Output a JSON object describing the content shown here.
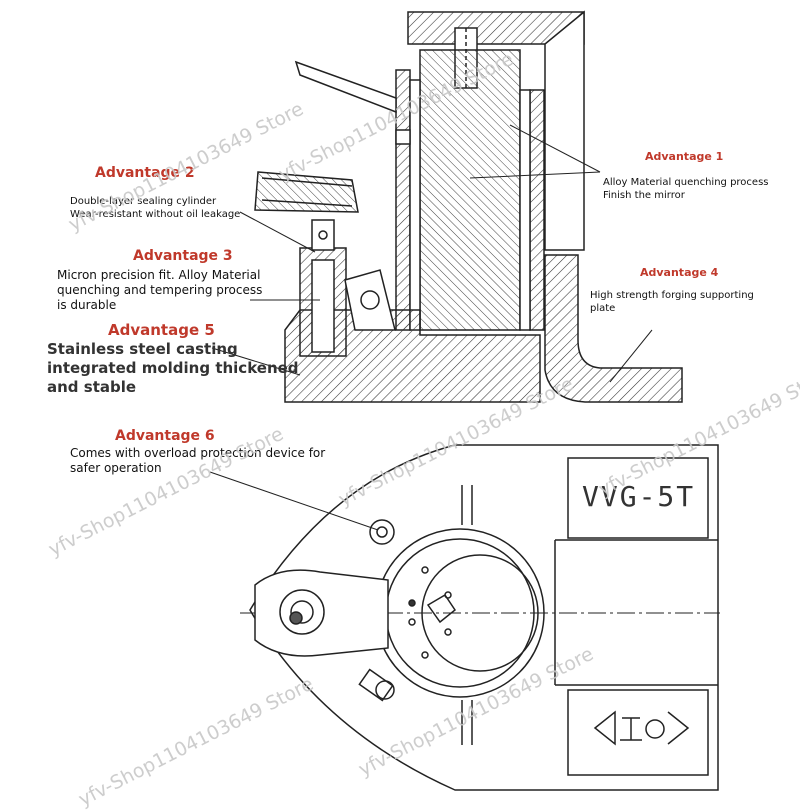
{
  "advantages": [
    {
      "id": "1",
      "title": "Advantage 1",
      "body": "Alloy Material quenching process\nFinish the mirror"
    },
    {
      "id": "2",
      "title": "Advantage 2",
      "body": "Double-layer sealing cylinder\nWear-resistant without oil leakage"
    },
    {
      "id": "3",
      "title": "Advantage 3",
      "body": "Micron precision fit. Alloy Material\nquenching and tempering process\nis durable"
    },
    {
      "id": "4",
      "title": "Advantage 4",
      "body": "High strength forging supporting\nplate"
    },
    {
      "id": "5",
      "title": "Advantage 5",
      "body": "Stainless steel casting\nintegrated molding thickened\nand stable"
    },
    {
      "id": "6",
      "title": "Advantage 6",
      "body": "Comes with overload protection device for\nsafer operation"
    }
  ],
  "model_label": "VVG-5T",
  "watermark": "yfv-Shop1104103649 Store",
  "colors": {
    "accent": "#c0392b",
    "line": "#222222",
    "watermark": "#c8c8c8"
  }
}
